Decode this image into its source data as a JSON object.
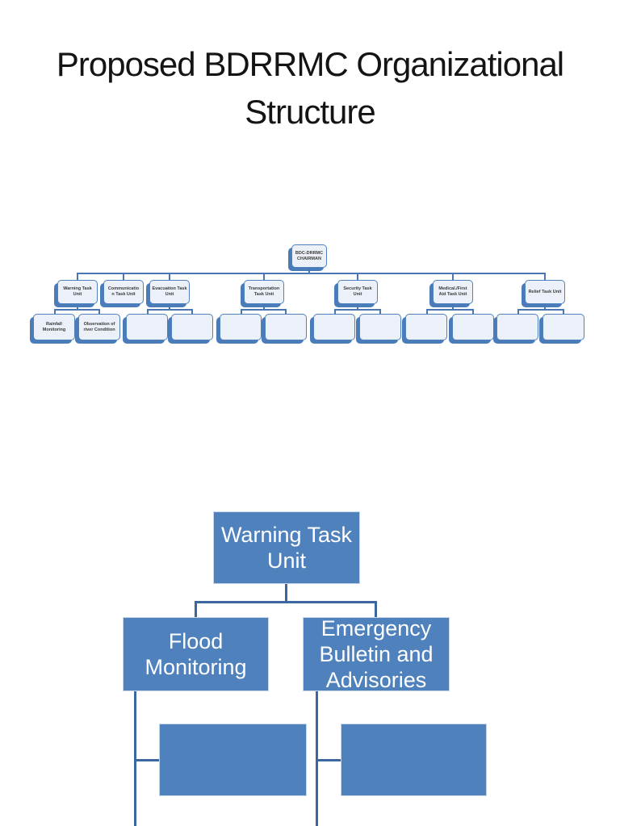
{
  "slide": {
    "title": "Proposed BDRRMC Organizational\nStructure"
  },
  "colors": {
    "accent_blue": "#4f81bd",
    "light_node_fill": "#ecf1f9",
    "connector_line": "#4877b4",
    "page_background": "#ffffff",
    "node_text_light": "#ffffff",
    "node_text_dark": "#3a3a3a"
  },
  "top_chart": {
    "root": {
      "label": "BDC-DRRMC\nCHAIRMAN"
    },
    "level2": [
      {
        "label": "Warning Task\nUnit",
        "children": [
          "Rainfall\nMonitoring",
          "Observation of\nriver Condition"
        ]
      },
      {
        "label": "Communicatio\nn Task Unit",
        "children": []
      },
      {
        "label": "Evacuation Task\nUnit",
        "children": [
          "",
          ""
        ]
      },
      {
        "label": "Transportation\nTask Unit",
        "children": [
          "",
          ""
        ]
      },
      {
        "label": "Security Task\nUnit",
        "children": [
          "",
          ""
        ]
      },
      {
        "label": "Medical./First\nAid Task Unit",
        "children": [
          "",
          ""
        ]
      },
      {
        "label": "Relief Task Unit",
        "children": [
          "",
          ""
        ]
      }
    ]
  },
  "bottom_chart": {
    "root": {
      "label": "Warning Task\nUnit"
    },
    "children": [
      {
        "label": "Flood\nMonitoring"
      },
      {
        "label": "Emergency\nBulletin and\nAdvisories"
      }
    ],
    "grandchildren": [
      {
        "label": ""
      },
      {
        "label": ""
      }
    ]
  }
}
